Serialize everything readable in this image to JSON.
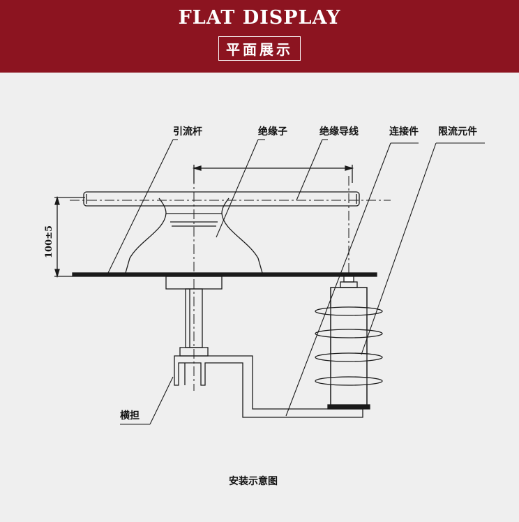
{
  "banner": {
    "title": "FLAT DISPLAY",
    "subtitle": "平面展示",
    "background": "#8c1420"
  },
  "diagram": {
    "labels": {
      "drain_rod": "引流杆",
      "insulator": "绝缘子",
      "insulated_wire": "绝缘导线",
      "connector": "连接件",
      "current_limiter": "限流元件",
      "crossarm": "横担"
    },
    "dimension": "100±5",
    "caption": "安装示意图"
  }
}
